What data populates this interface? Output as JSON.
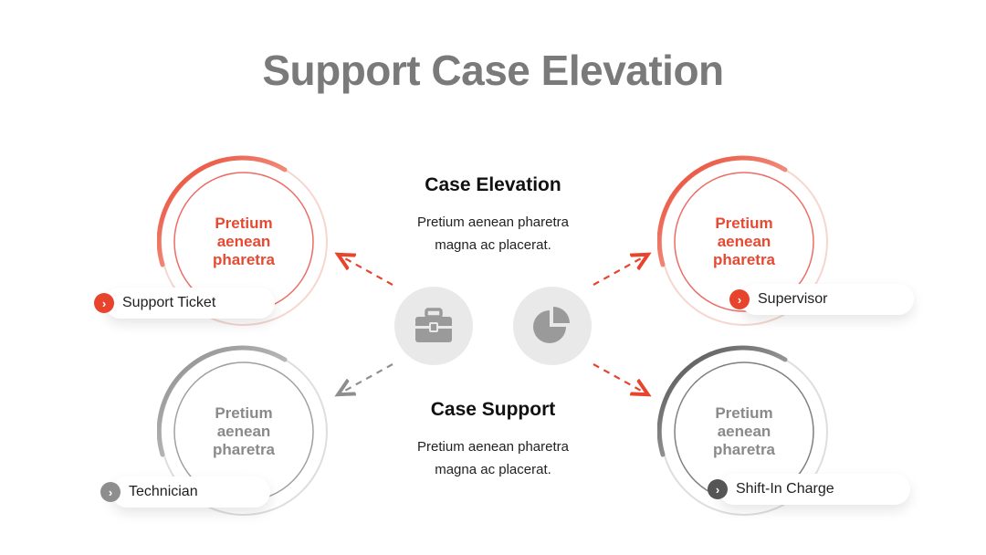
{
  "title": "Support Case Elevation",
  "top": {
    "heading": "Case Elevation",
    "desc_line1": "Pretium aenean pharetra",
    "desc_line2": "magna ac placerat."
  },
  "bottom": {
    "heading": "Case Support",
    "desc_line1": "Pretium aenean pharetra",
    "desc_line2": "magna ac placerat."
  },
  "nodes": [
    {
      "text": "Pretium aenean pharetra",
      "label": "Support Ticket",
      "color": "#e54a32"
    },
    {
      "text": "Pretium aenean pharetra",
      "label": "Supervisor",
      "color": "#e54a32"
    },
    {
      "text": "Pretium aenean pharetra",
      "label": "Technician",
      "color": "#8a8a8a"
    },
    {
      "text": "Pretium aenean pharetra",
      "label": "Shift-In Charge",
      "color": "#8a8a8a"
    }
  ],
  "icons": {
    "left": "briefcase-icon",
    "right": "pie-chart-icon"
  },
  "colors": {
    "accent_red": "#e8432c",
    "gray": "#8e8e8e",
    "dark": "#555555",
    "icon_bg": "#e9e9e9"
  }
}
